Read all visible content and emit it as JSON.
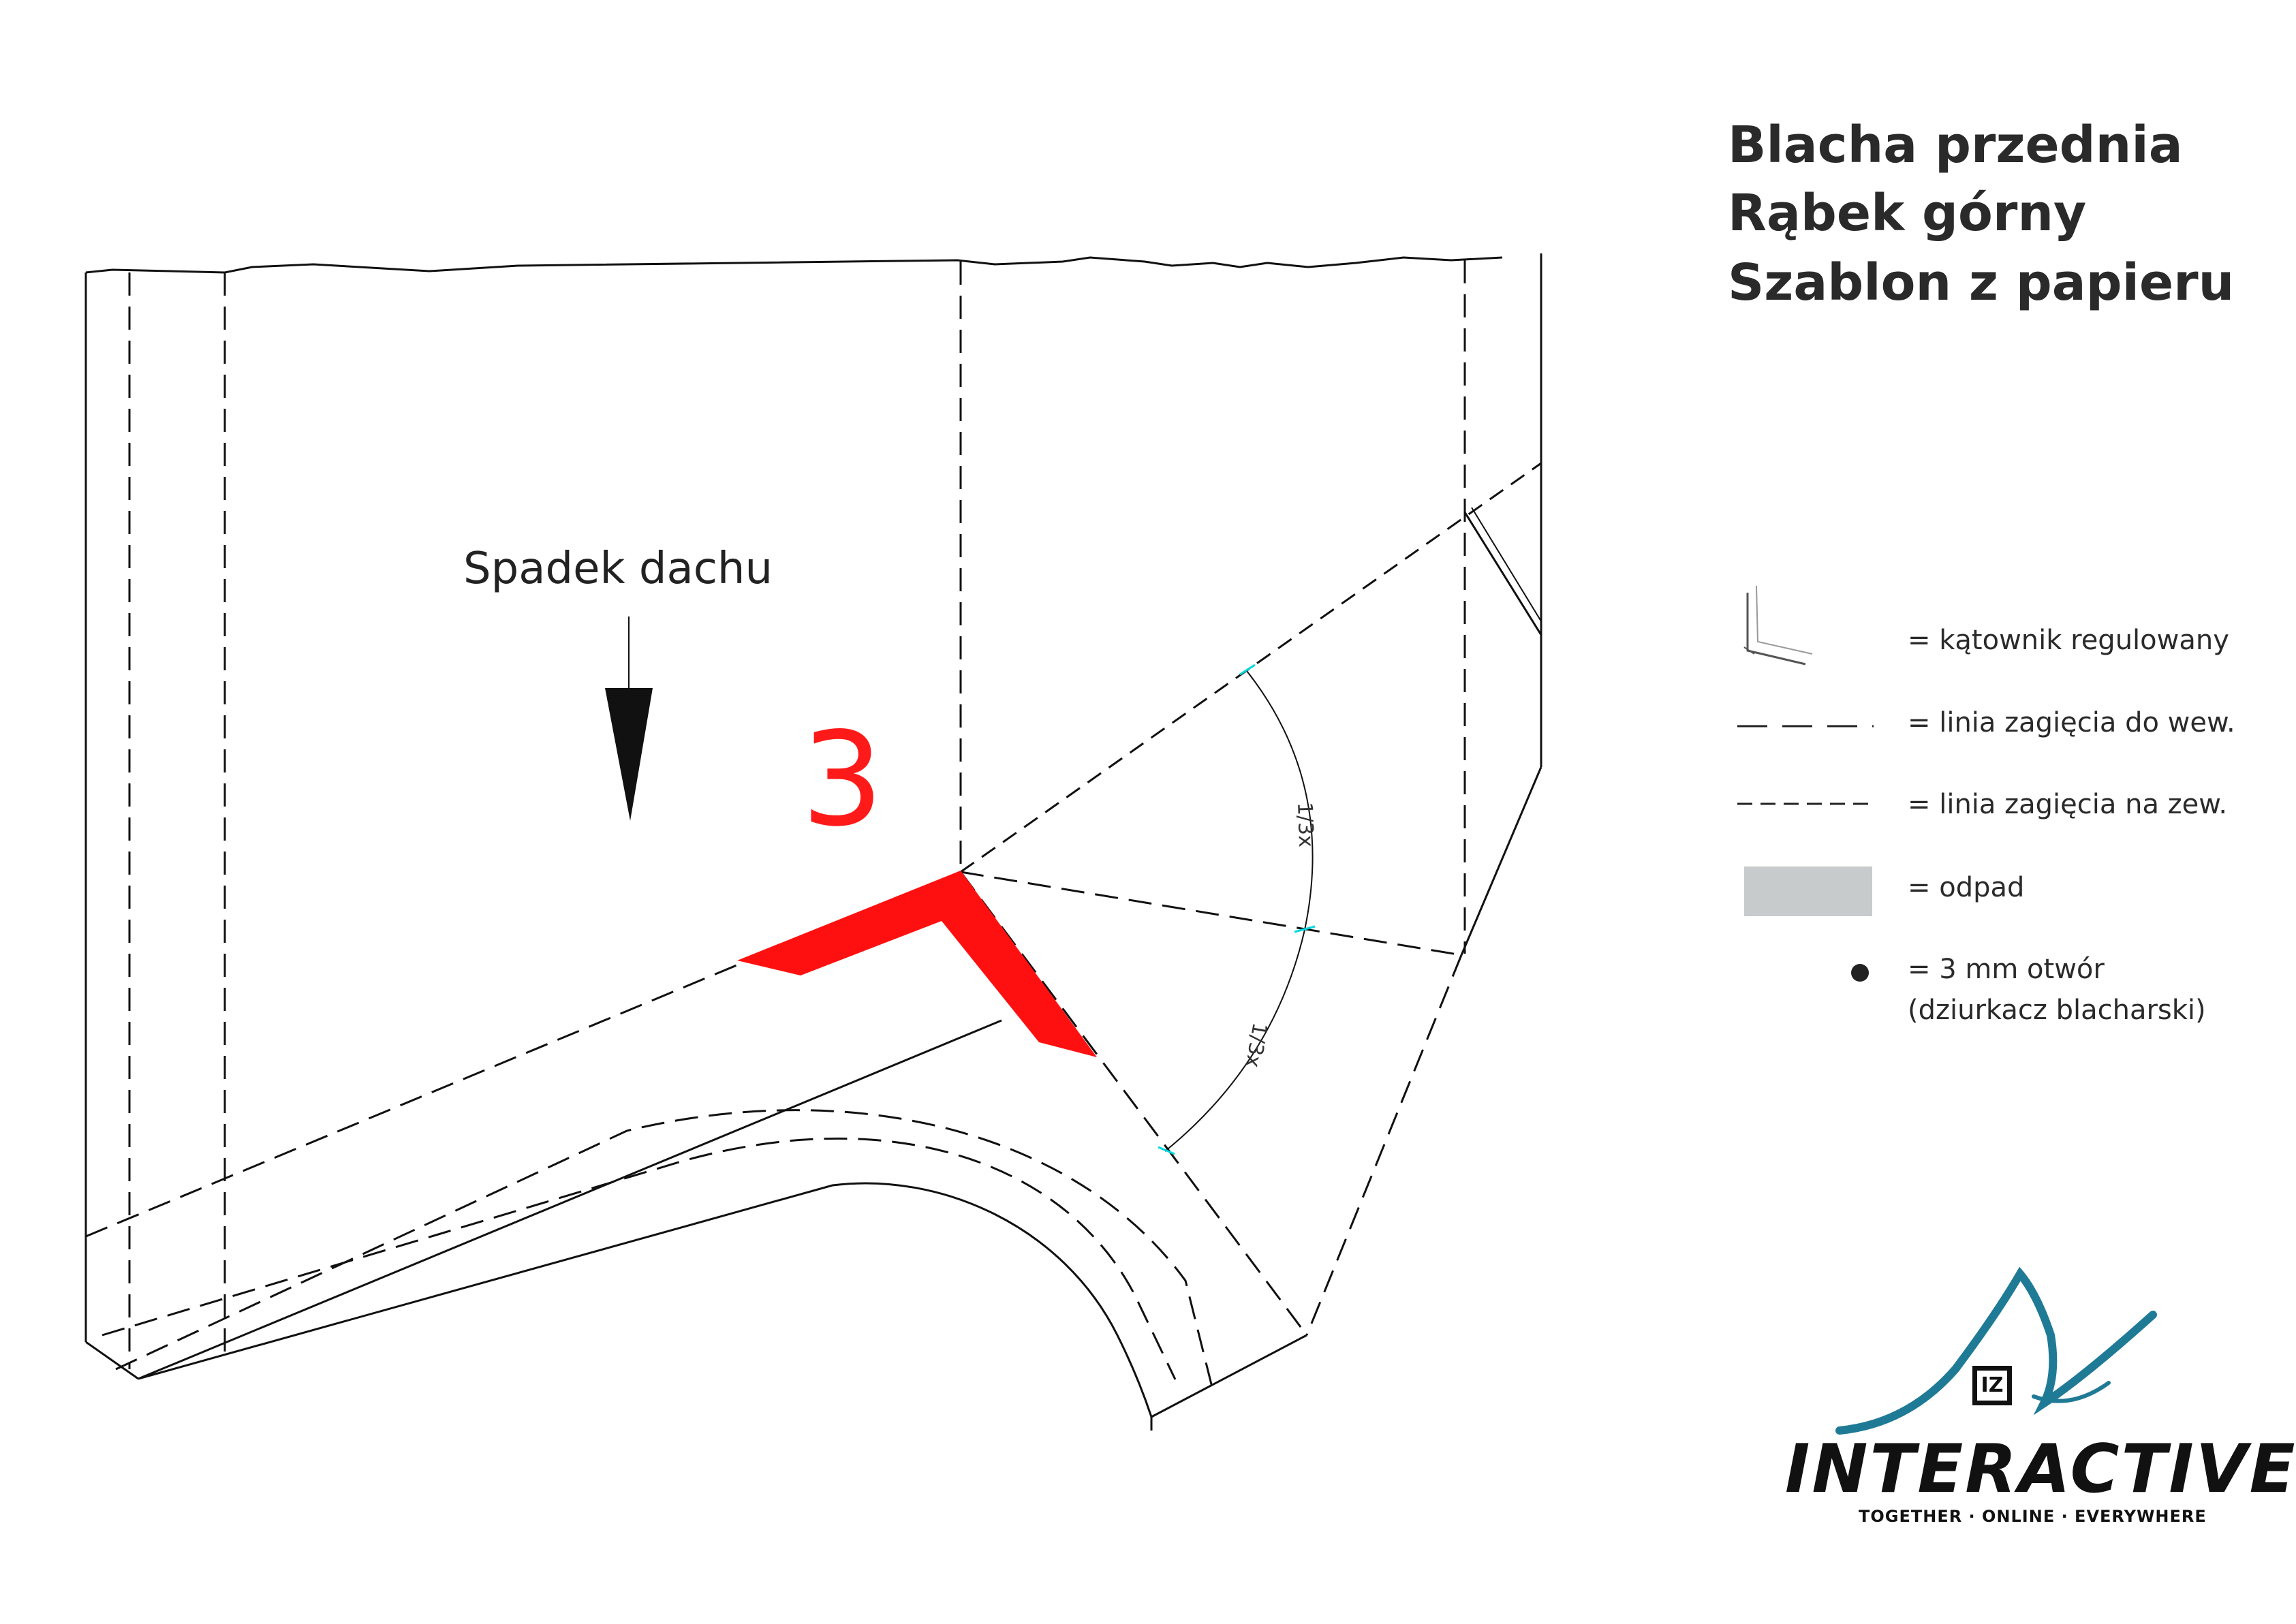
{
  "title": {
    "line1": "Blacha przednia",
    "line2": "Rąbek górny",
    "line3": "Szablon z papieru"
  },
  "diagram": {
    "roof_slope_label": "Spadek dachu",
    "step_number": "3",
    "dimension_label": "1/3x"
  },
  "legend": {
    "items": [
      {
        "icon": "adjustable-square-icon",
        "label": "= kątownik regulowany"
      },
      {
        "icon": "long-dash-line-icon",
        "label": "= linia zagięcia do wew."
      },
      {
        "icon": "short-dash-line-icon",
        "label": "= linia zagięcia na zew."
      },
      {
        "icon": "grey-waste-swatch-icon",
        "label": "= odpad"
      },
      {
        "icon": "dot-icon",
        "label": "= 3 mm otwór"
      },
      {
        "icon": "",
        "label": "(dziurkacz blacharski)"
      }
    ]
  },
  "logo": {
    "mark": "IZ",
    "name": "INTERACTIVE",
    "tagline": "TOGETHER · ONLINE · EVERYWHERE"
  },
  "colors": {
    "ink": "#111111",
    "step_red": "#ff1010",
    "cut_marker": "#00d8e0",
    "waste_grey": "#c8cbcc",
    "logo_teal": "#1f7a96"
  }
}
